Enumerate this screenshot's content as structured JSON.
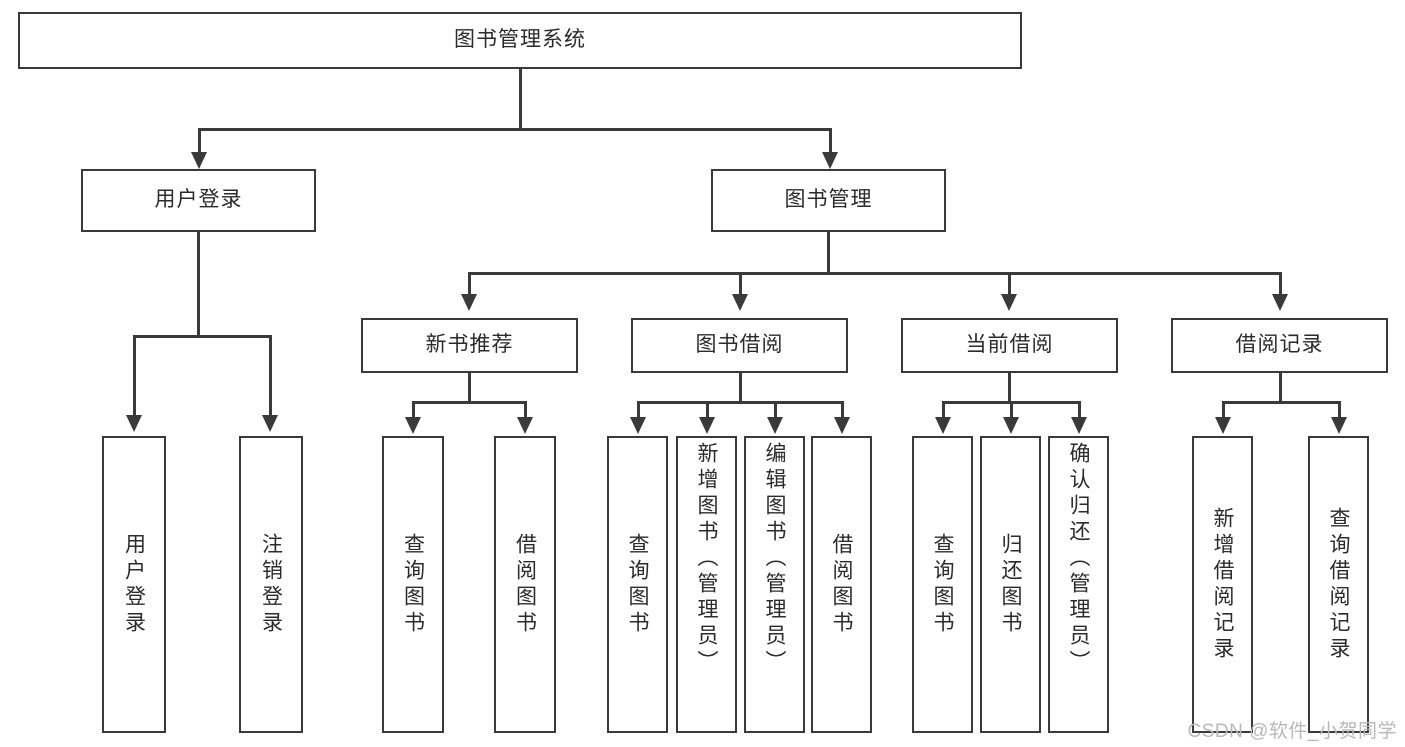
{
  "diagram": {
    "type": "tree-hierarchy-functional-decomposition",
    "root": {
      "id": "root",
      "label": "图书管理系统"
    },
    "level2": [
      {
        "id": "user-login",
        "label": "用户登录"
      },
      {
        "id": "book-management",
        "label": "图书管理"
      }
    ],
    "level3": [
      {
        "id": "new-book-recommend",
        "label": "新书推荐",
        "parent": "book-management"
      },
      {
        "id": "book-borrow",
        "label": "图书借阅",
        "parent": "book-management"
      },
      {
        "id": "current-borrow",
        "label": "当前借阅",
        "parent": "book-management"
      },
      {
        "id": "borrow-record",
        "label": "借阅记录",
        "parent": "book-management"
      }
    ],
    "leaves": [
      {
        "id": "leaf-user-login",
        "label": "用户登录",
        "parent": "user-login"
      },
      {
        "id": "leaf-logout-login",
        "label": "注销登录",
        "parent": "user-login"
      },
      {
        "id": "leaf-query-book-1",
        "label": "查询图书",
        "parent": "new-book-recommend"
      },
      {
        "id": "leaf-borrow-book-1",
        "label": "借阅图书",
        "parent": "new-book-recommend"
      },
      {
        "id": "leaf-query-book-2",
        "label": "查询图书",
        "parent": "book-borrow"
      },
      {
        "id": "leaf-add-book",
        "label": "新增图书（管理员）",
        "parent": "book-borrow"
      },
      {
        "id": "leaf-edit-book",
        "label": "编辑图书（管理员）",
        "parent": "book-borrow"
      },
      {
        "id": "leaf-borrow-book-2",
        "label": "借阅图书",
        "parent": "book-borrow"
      },
      {
        "id": "leaf-query-book-3",
        "label": "查询图书",
        "parent": "current-borrow"
      },
      {
        "id": "leaf-return-book",
        "label": "归还图书",
        "parent": "current-borrow"
      },
      {
        "id": "leaf-confirm-return",
        "label": "确认归还（管理员）",
        "parent": "current-borrow"
      },
      {
        "id": "leaf-add-record",
        "label": "新增借阅记录",
        "parent": "borrow-record"
      },
      {
        "id": "leaf-query-record",
        "label": "查询借阅记录",
        "parent": "borrow-record"
      }
    ]
  },
  "watermark": {
    "text": "CSDN @软件_小贺同学"
  },
  "colors": {
    "stroke": "#3a3a3a",
    "text": "#2b2b2b",
    "background": "#ffffff",
    "watermark": "#b8b8b8"
  }
}
